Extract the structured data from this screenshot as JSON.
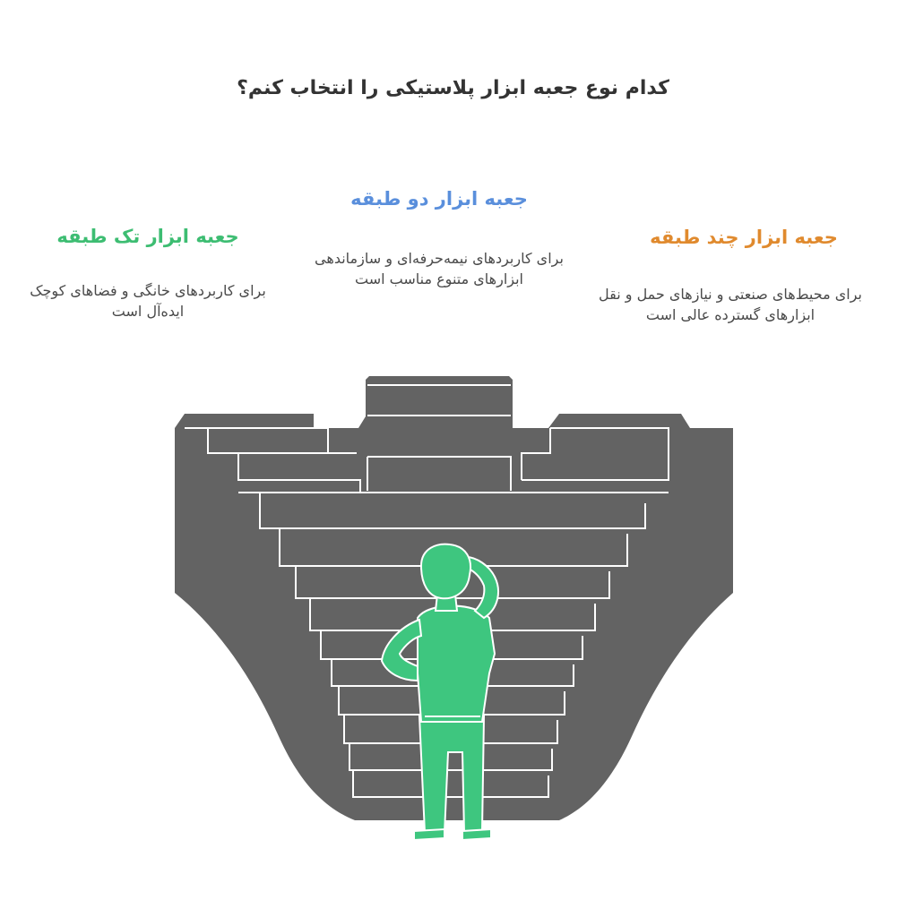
{
  "title": "کدام نوع جعبه ابزار پلاستیکی را انتخاب کنم؟",
  "options": {
    "single": {
      "title": "جعبه ابزار تک طبقه",
      "desc": "برای کاربردهای خانگی و فضاهای کوچک ایده‌آل است",
      "color": "#3dbd72"
    },
    "double": {
      "title": "جعبه ابزار دو طبقه",
      "desc": "برای کاربردهای نیمه‌حرفه‌ای و سازماندهی ابزارهای متنوع مناسب است",
      "color": "#5a8fdc"
    },
    "multi": {
      "title": "جعبه ابزار چند طبقه",
      "desc": "برای محیط‌های صنعتی و نیازهای حمل و نقل ابزارهای گسترده عالی است",
      "color": "#e08a2e"
    }
  },
  "illustration": {
    "stairs_color": "#636363",
    "person_color": "#3ec67f"
  }
}
